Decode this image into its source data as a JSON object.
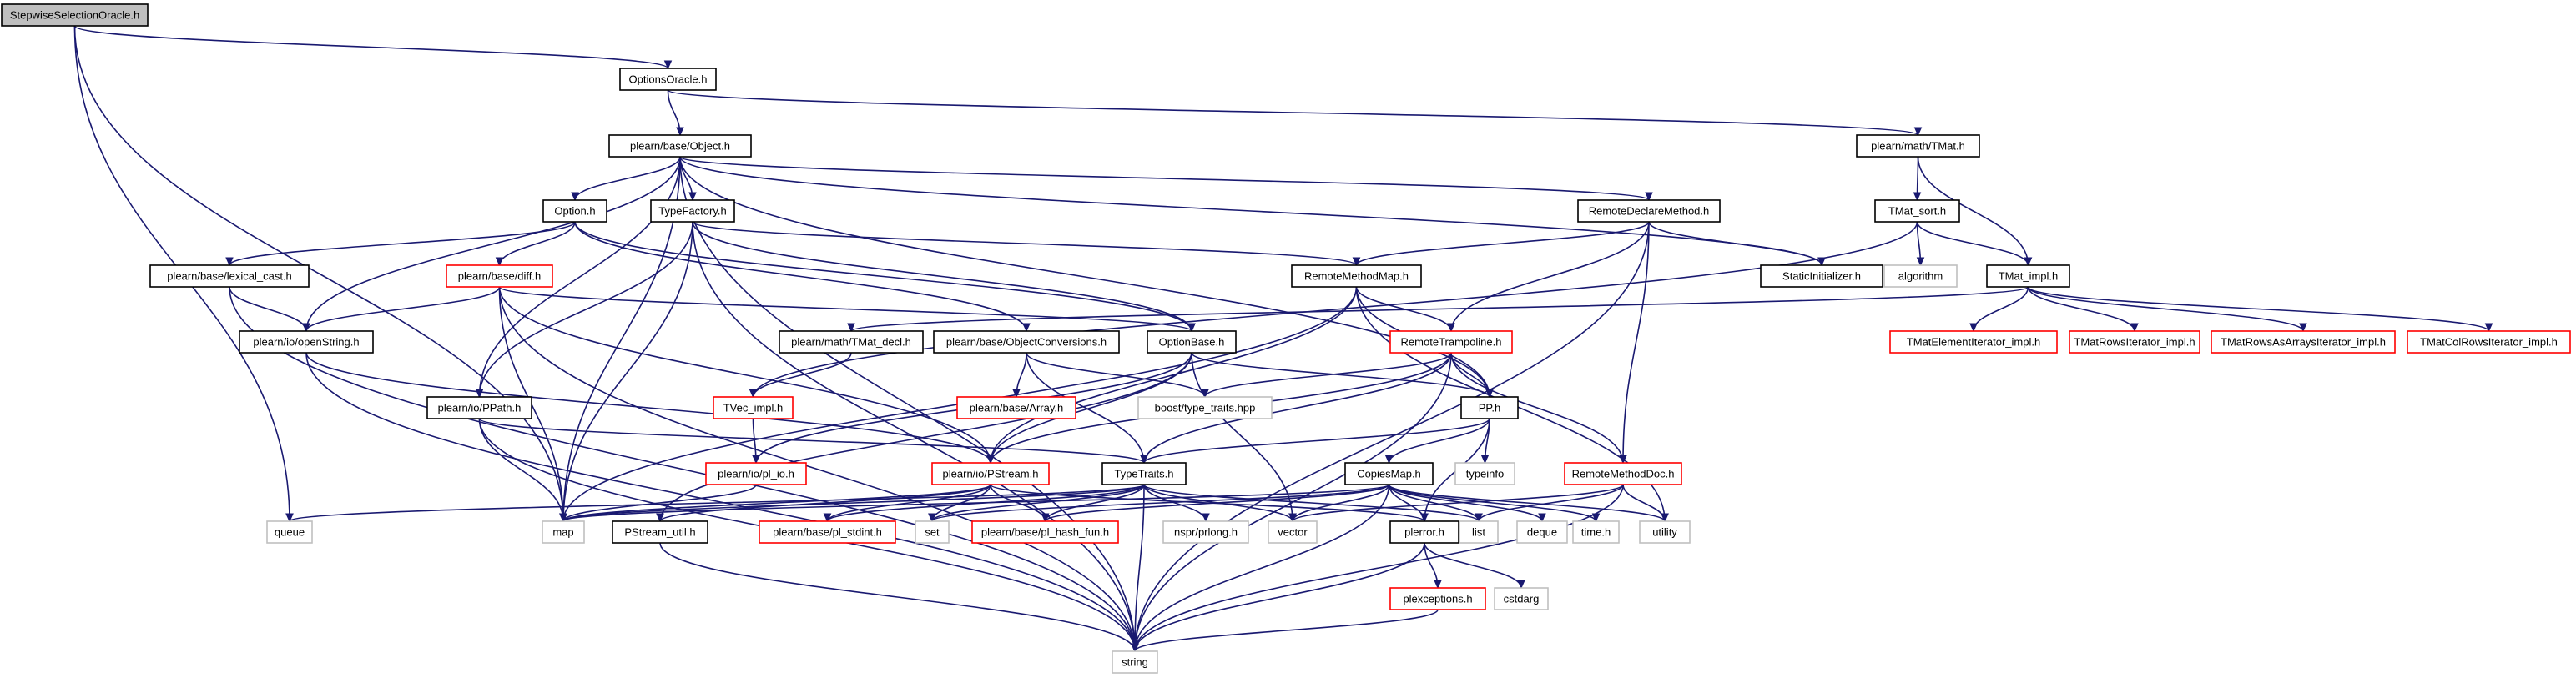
{
  "diagram": {
    "type": "include-dependency-graph",
    "colors": {
      "edge": "#191970",
      "root_fill": "#bfbfbf",
      "default_border": "#000000",
      "external_border": "#c0c0c0",
      "truncated_border": "#ff0000",
      "label_text": "#000000"
    },
    "nodes": [
      {
        "id": "stepwise",
        "label": "StepwiseSelectionOracle.h",
        "style": "root"
      },
      {
        "id": "optionsoracle",
        "label": "OptionsOracle.h",
        "style": "default"
      },
      {
        "id": "object",
        "label": "plearn/base/Object.h",
        "style": "default"
      },
      {
        "id": "tmat",
        "label": "plearn/math/TMat.h",
        "style": "default"
      },
      {
        "id": "option",
        "label": "Option.h",
        "style": "default"
      },
      {
        "id": "typefactory",
        "label": "TypeFactory.h",
        "style": "default"
      },
      {
        "id": "remotedeclare",
        "label": "RemoteDeclareMethod.h",
        "style": "default"
      },
      {
        "id": "tmatsort",
        "label": "TMat_sort.h",
        "style": "default"
      },
      {
        "id": "lexicalcast",
        "label": "plearn/base/lexical_cast.h",
        "style": "default"
      },
      {
        "id": "diff",
        "label": "plearn/base/diff.h",
        "style": "truncated"
      },
      {
        "id": "remotemethodmap",
        "label": "RemoteMethodMap.h",
        "style": "default"
      },
      {
        "id": "staticinit",
        "label": "StaticInitializer.h",
        "style": "default"
      },
      {
        "id": "algorithm",
        "label": "algorithm",
        "style": "external"
      },
      {
        "id": "tmatimpl",
        "label": "TMat_impl.h",
        "style": "default"
      },
      {
        "id": "openstring",
        "label": "plearn/io/openString.h",
        "style": "default"
      },
      {
        "id": "tmatdecl",
        "label": "plearn/math/TMat_decl.h",
        "style": "default"
      },
      {
        "id": "objconv",
        "label": "plearn/base/ObjectConversions.h",
        "style": "default"
      },
      {
        "id": "optionbase",
        "label": "OptionBase.h",
        "style": "default"
      },
      {
        "id": "remotetramp",
        "label": "RemoteTrampoline.h",
        "style": "truncated"
      },
      {
        "id": "tmatelemiter",
        "label": "TMatElementIterator_impl.h",
        "style": "truncated"
      },
      {
        "id": "tmatrowsiter",
        "label": "TMatRowsIterator_impl.h",
        "style": "truncated"
      },
      {
        "id": "tmatrowsarr",
        "label": "TMatRowsAsArraysIterator_impl.h",
        "style": "truncated"
      },
      {
        "id": "tmatcolrows",
        "label": "TMatColRowsIterator_impl.h",
        "style": "truncated"
      },
      {
        "id": "array",
        "label": "plearn/base/Array.h",
        "style": "truncated"
      },
      {
        "id": "boosttraits",
        "label": "boost/type_traits.hpp",
        "style": "external"
      },
      {
        "id": "pp",
        "label": "PP.h",
        "style": "default"
      },
      {
        "id": "ppath",
        "label": "plearn/io/PPath.h",
        "style": "default"
      },
      {
        "id": "tvecimpl",
        "label": "TVec_impl.h",
        "style": "truncated"
      },
      {
        "id": "typeinfo",
        "label": "typeinfo",
        "style": "external"
      },
      {
        "id": "plio",
        "label": "plearn/io/pl_io.h",
        "style": "truncated"
      },
      {
        "id": "pstream",
        "label": "plearn/io/PStream.h",
        "style": "truncated"
      },
      {
        "id": "typetraits",
        "label": "TypeTraits.h",
        "style": "default"
      },
      {
        "id": "copiesmap",
        "label": "CopiesMap.h",
        "style": "default"
      },
      {
        "id": "remotemethoddoc",
        "label": "RemoteMethodDoc.h",
        "style": "truncated"
      },
      {
        "id": "queue",
        "label": "queue",
        "style": "external"
      },
      {
        "id": "map",
        "label": "map",
        "style": "external"
      },
      {
        "id": "pstreamutil",
        "label": "PStream_util.h",
        "style": "default"
      },
      {
        "id": "plstdint",
        "label": "plearn/base/pl_stdint.h",
        "style": "truncated"
      },
      {
        "id": "set",
        "label": "set",
        "style": "external"
      },
      {
        "id": "plhash",
        "label": "plearn/base/pl_hash_fun.h",
        "style": "truncated"
      },
      {
        "id": "nsprlong",
        "label": "nspr/prlong.h",
        "style": "external"
      },
      {
        "id": "vector",
        "label": "vector",
        "style": "external"
      },
      {
        "id": "plerror",
        "label": "plerror.h",
        "style": "default"
      },
      {
        "id": "list",
        "label": "list",
        "style": "external"
      },
      {
        "id": "deque",
        "label": "deque",
        "style": "external"
      },
      {
        "id": "timeh",
        "label": "time.h",
        "style": "external"
      },
      {
        "id": "utility",
        "label": "utility",
        "style": "external"
      },
      {
        "id": "plexceptions",
        "label": "plexceptions.h",
        "style": "truncated"
      },
      {
        "id": "cstdarg",
        "label": "cstdarg",
        "style": "external"
      },
      {
        "id": "string",
        "label": "string",
        "style": "external"
      }
    ],
    "edges": [
      [
        "stepwise",
        "optionsoracle"
      ],
      [
        "stepwise",
        "queue"
      ],
      [
        "stepwise",
        "map"
      ],
      [
        "optionsoracle",
        "object"
      ],
      [
        "optionsoracle",
        "tmat"
      ],
      [
        "object",
        "option"
      ],
      [
        "object",
        "typefactory"
      ],
      [
        "object",
        "remotedeclare"
      ],
      [
        "object",
        "staticinit"
      ],
      [
        "object",
        "ppath"
      ],
      [
        "object",
        "openstring"
      ],
      [
        "object",
        "map"
      ],
      [
        "object",
        "pp"
      ],
      [
        "object",
        "string"
      ],
      [
        "tmat",
        "tmatsort"
      ],
      [
        "tmat",
        "tmatimpl"
      ],
      [
        "tmatsort",
        "algorithm"
      ],
      [
        "tmatsort",
        "tmatimpl"
      ],
      [
        "tmatsort",
        "tvecimpl"
      ],
      [
        "tmatimpl",
        "tmatdecl"
      ],
      [
        "tmatimpl",
        "tmatelemiter"
      ],
      [
        "tmatimpl",
        "tmatrowsiter"
      ],
      [
        "tmatimpl",
        "tmatrowsarr"
      ],
      [
        "tmatimpl",
        "tmatcolrows"
      ],
      [
        "option",
        "lexicalcast"
      ],
      [
        "option",
        "diff"
      ],
      [
        "option",
        "optionbase"
      ],
      [
        "option",
        "objconv"
      ],
      [
        "typefactory",
        "ppath"
      ],
      [
        "typefactory",
        "map"
      ],
      [
        "typefactory",
        "string"
      ],
      [
        "typefactory",
        "remotemethodmap"
      ],
      [
        "typefactory",
        "optionbase"
      ],
      [
        "remotedeclare",
        "remotemethodmap"
      ],
      [
        "remotedeclare",
        "remotetramp"
      ],
      [
        "remotedeclare",
        "remotemethoddoc"
      ],
      [
        "remotedeclare",
        "staticinit"
      ],
      [
        "remotedeclare",
        "string"
      ],
      [
        "lexicalcast",
        "openstring"
      ],
      [
        "lexicalcast",
        "string"
      ],
      [
        "diff",
        "openstring"
      ],
      [
        "diff",
        "pstream"
      ],
      [
        "diff",
        "map"
      ],
      [
        "diff",
        "string"
      ],
      [
        "diff",
        "optionbase"
      ],
      [
        "remotemethodmap",
        "remotetramp"
      ],
      [
        "remotemethodmap",
        "pp"
      ],
      [
        "remotemethodmap",
        "map"
      ],
      [
        "remotemethodmap",
        "utility"
      ],
      [
        "remotemethodmap",
        "pstream"
      ],
      [
        "openstring",
        "pstream"
      ],
      [
        "openstring",
        "string"
      ],
      [
        "tmatdecl",
        "tvecimpl"
      ],
      [
        "objconv",
        "array"
      ],
      [
        "objconv",
        "boosttraits"
      ],
      [
        "objconv",
        "typetraits"
      ],
      [
        "optionbase",
        "pp"
      ],
      [
        "optionbase",
        "pstream"
      ],
      [
        "optionbase",
        "plio"
      ],
      [
        "optionbase",
        "vector"
      ],
      [
        "optionbase",
        "pstreamutil"
      ],
      [
        "remotetramp",
        "pp"
      ],
      [
        "remotetramp",
        "typetraits"
      ],
      [
        "remotetramp",
        "remotemethoddoc"
      ],
      [
        "remotetramp",
        "pstream"
      ],
      [
        "remotetramp",
        "string"
      ],
      [
        "remotetramp",
        "boosttraits"
      ],
      [
        "pp",
        "copiesmap"
      ],
      [
        "pp",
        "typeinfo"
      ],
      [
        "pp",
        "plerror"
      ],
      [
        "pp",
        "typetraits"
      ],
      [
        "ppath",
        "typetraits"
      ],
      [
        "ppath",
        "map"
      ],
      [
        "ppath",
        "string"
      ],
      [
        "tvecimpl",
        "plio"
      ],
      [
        "plio",
        "map"
      ],
      [
        "pstream",
        "plstdint"
      ],
      [
        "pstream",
        "plhash"
      ],
      [
        "pstream",
        "pstreamutil"
      ],
      [
        "pstream",
        "map"
      ],
      [
        "pstream",
        "set"
      ],
      [
        "pstream",
        "plerror"
      ],
      [
        "typetraits",
        "queue"
      ],
      [
        "typetraits",
        "map"
      ],
      [
        "typetraits",
        "set"
      ],
      [
        "typetraits",
        "list"
      ],
      [
        "typetraits",
        "vector"
      ],
      [
        "typetraits",
        "string"
      ],
      [
        "typetraits",
        "nsprlong"
      ],
      [
        "typetraits",
        "plstdint"
      ],
      [
        "typetraits",
        "plhash"
      ],
      [
        "copiesmap",
        "map"
      ],
      [
        "copiesmap",
        "set"
      ],
      [
        "copiesmap",
        "vector"
      ],
      [
        "copiesmap",
        "list"
      ],
      [
        "copiesmap",
        "deque"
      ],
      [
        "copiesmap",
        "timeh"
      ],
      [
        "copiesmap",
        "utility"
      ],
      [
        "copiesmap",
        "plerror"
      ],
      [
        "copiesmap",
        "string"
      ],
      [
        "copiesmap",
        "plhash"
      ],
      [
        "remotemethoddoc",
        "list"
      ],
      [
        "remotemethoddoc",
        "utility"
      ],
      [
        "remotemethoddoc",
        "string"
      ],
      [
        "remotemethoddoc",
        "vector"
      ],
      [
        "pstreamutil",
        "string"
      ],
      [
        "plerror",
        "plexceptions"
      ],
      [
        "plerror",
        "cstdarg"
      ],
      [
        "plerror",
        "string"
      ],
      [
        "plexceptions",
        "string"
      ]
    ]
  }
}
